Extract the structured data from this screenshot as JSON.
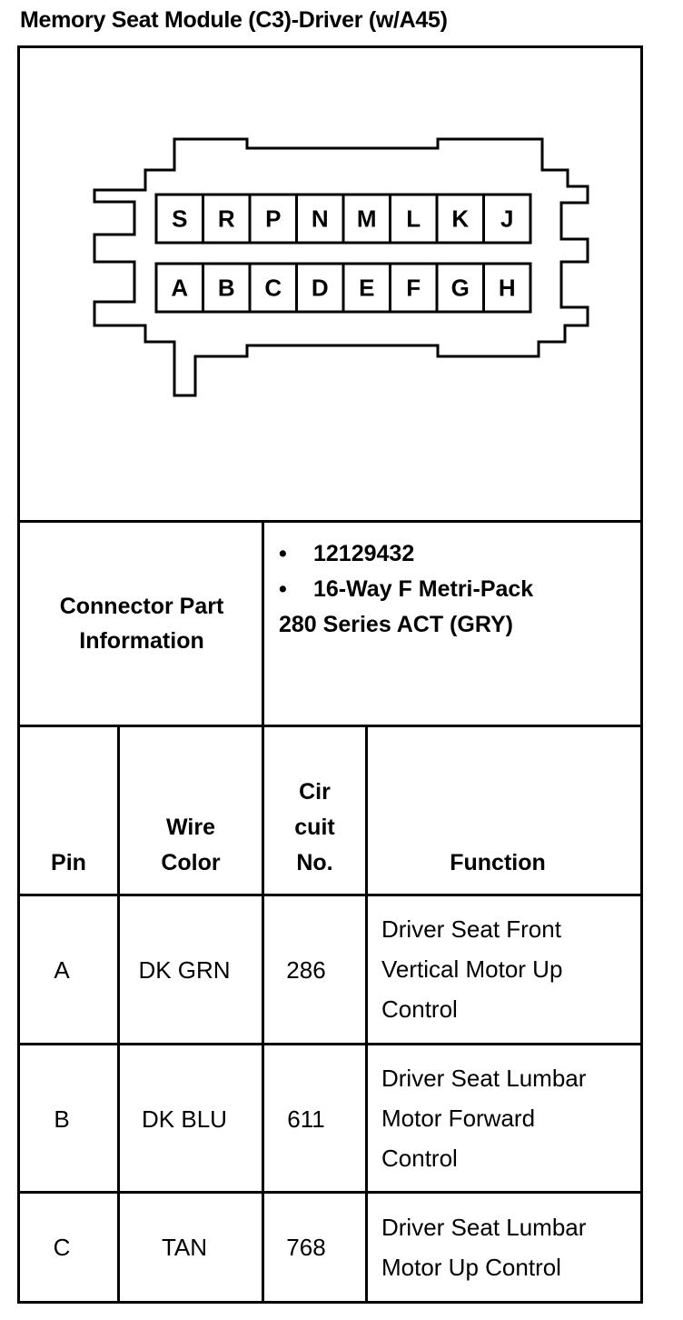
{
  "title": "Memory Seat Module (C3)-Driver (w/A45)",
  "connector": {
    "top_row": [
      "S",
      "R",
      "P",
      "N",
      "M",
      "L",
      "K",
      "J"
    ],
    "bottom_row": [
      "A",
      "B",
      "C",
      "D",
      "E",
      "F",
      "G",
      "H"
    ]
  },
  "connector_info": {
    "label_line1": "Connector Part",
    "label_line2": "Information",
    "bullet_symbol": "•",
    "part_number": "12129432",
    "description_line1": "16-Way F Metri-Pack",
    "description_line2": "280 Series ACT (GRY)"
  },
  "table": {
    "headers": {
      "pin": "Pin",
      "wire_color_1": "Wire",
      "wire_color_2": "Color",
      "circuit_1": "Cir",
      "circuit_2": "cuit",
      "circuit_3": "No.",
      "function": "Function"
    },
    "rows": [
      {
        "pin": "A",
        "wire_color": "DK GRN",
        "circuit": "286",
        "function_lines": [
          "Driver Seat Front",
          "Vertical Motor Up",
          "Control"
        ]
      },
      {
        "pin": "B",
        "wire_color": "DK BLU",
        "circuit": "611",
        "function_lines": [
          "Driver Seat Lumbar",
          "Motor Forward",
          "Control"
        ]
      },
      {
        "pin": "C",
        "wire_color": "TAN",
        "circuit": "768",
        "function_lines": [
          "Driver Seat Lumbar",
          "Motor Up Control"
        ]
      }
    ]
  }
}
